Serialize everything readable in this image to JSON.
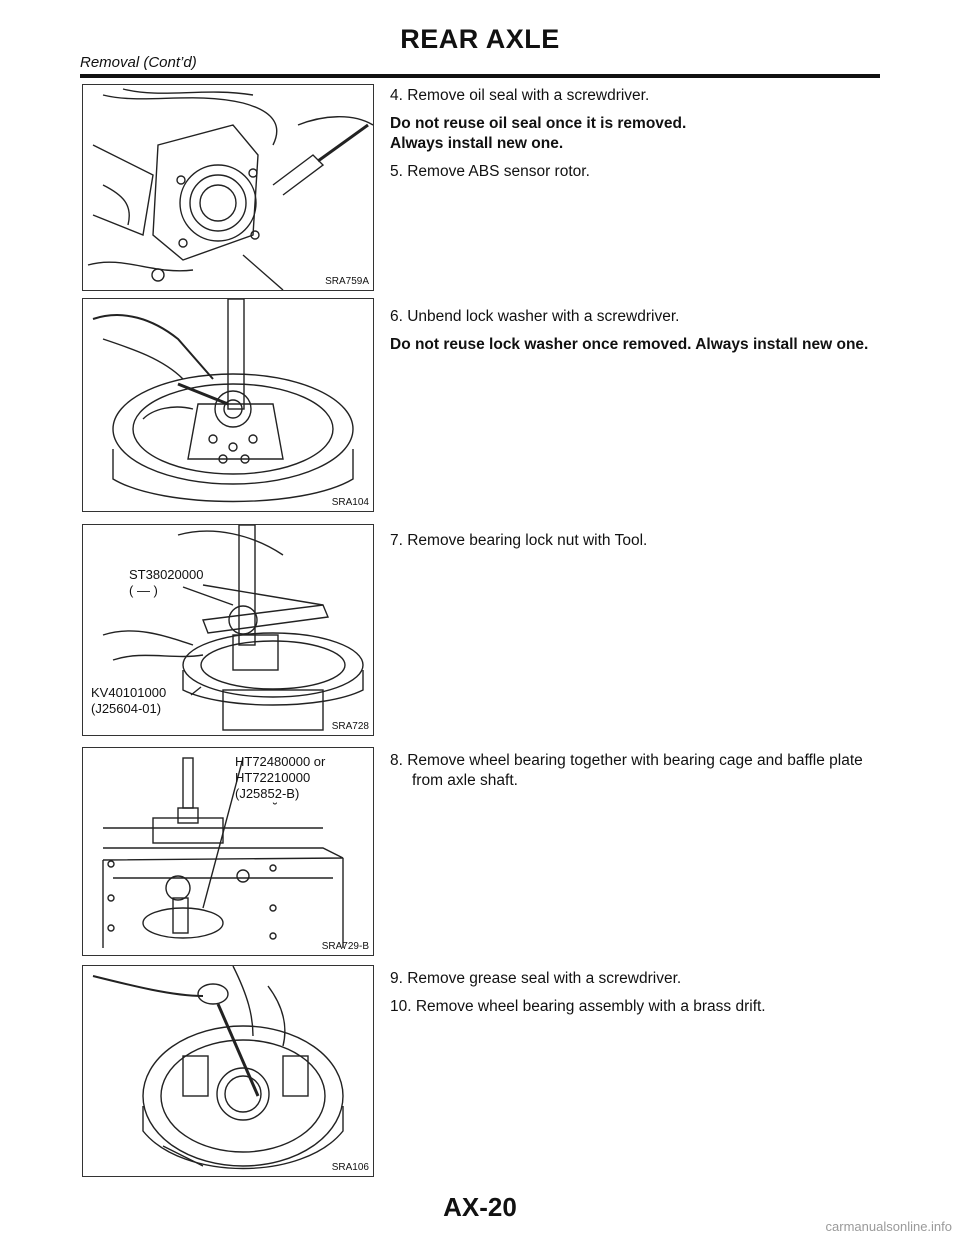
{
  "header": {
    "title": "REAR AXLE",
    "subtitle": "Removal (Cont’d)"
  },
  "figures": [
    {
      "code": "SRA759A"
    },
    {
      "code": "SRA104"
    },
    {
      "code": "SRA728",
      "labels": [
        "ST38020000",
        "(   —   )",
        "KV40101000",
        "(J25604-01)"
      ]
    },
    {
      "code": "SRA729-B",
      "labels": [
        "HT72480000  or",
        "HT72210000",
        "(J25852-B)",
        "˘"
      ]
    },
    {
      "code": "SRA106"
    }
  ],
  "steps": {
    "s4": {
      "text": "4.  Remove oil seal with a screwdriver.",
      "note_line1": "Do not reuse oil seal once it is removed.",
      "note_line2": "Always install new one."
    },
    "s5": {
      "text": "5.  Remove ABS sensor rotor."
    },
    "s6": {
      "text": "6.  Unbend lock washer with a screwdriver.",
      "note": "Do not reuse lock washer once removed. Always install new one."
    },
    "s7": {
      "text": "7.  Remove bearing lock nut with Tool."
    },
    "s8": {
      "text": "8.  Remove wheel bearing together with bearing cage and baffle plate from axle shaft."
    },
    "s9": {
      "text": "9.  Remove grease seal with a screwdriver."
    },
    "s10": {
      "text": "10.  Remove wheel bearing assembly with a brass drift."
    }
  },
  "footer": {
    "page_number": "AX-20",
    "watermark": "carmanualsonline.info"
  }
}
